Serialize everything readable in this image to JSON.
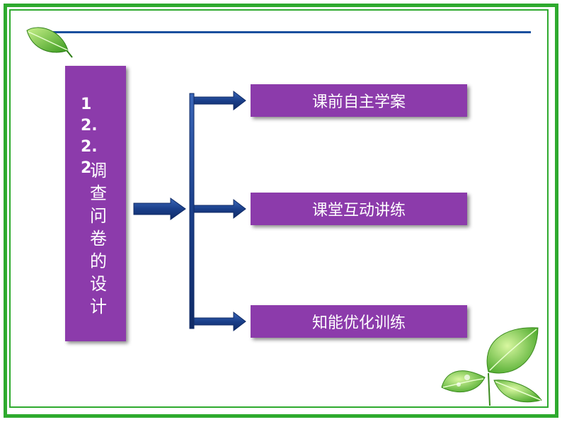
{
  "section": {
    "number": "12.2.2",
    "title": "调查问卷的设计"
  },
  "options": [
    {
      "label": "课前自主学案"
    },
    {
      "label": "课堂互动讲练"
    },
    {
      "label": "知能优化训练"
    }
  ],
  "colors": {
    "box": "#8c3bab",
    "arrow": "#1a3f8a",
    "frame": "#2eaa2e",
    "line": "#1a4f9e"
  }
}
